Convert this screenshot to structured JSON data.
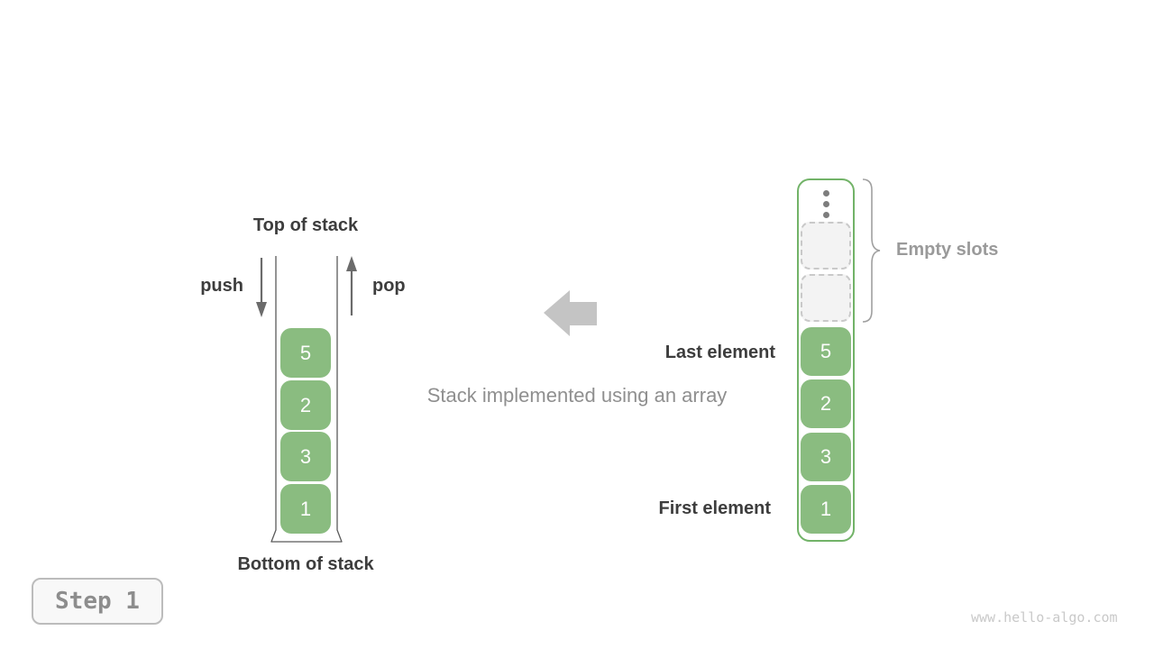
{
  "page": {
    "step_badge": "Step 1",
    "watermark": "www.hello-algo.com"
  },
  "colors": {
    "cell_green": "#8abc80",
    "array_border_green": "#72b368",
    "dark_text": "#3d3d3d",
    "gray_text": "#9a9a9a",
    "big_arrow_gray": "#c4c4c4",
    "empty_slot_bg": "#f3f3f3"
  },
  "stack_diagram": {
    "top_label": "Top of stack",
    "bottom_label": "Bottom of stack",
    "push_label": "push",
    "pop_label": "pop",
    "cells": [
      "5",
      "2",
      "3",
      "1"
    ]
  },
  "caption": "Stack implemented using an array",
  "array_diagram": {
    "last_element_label": "Last element",
    "first_element_label": "First element",
    "empty_slots_label": "Empty slots",
    "empty_slot_count": 2,
    "cells": [
      "5",
      "2",
      "3",
      "1"
    ]
  }
}
